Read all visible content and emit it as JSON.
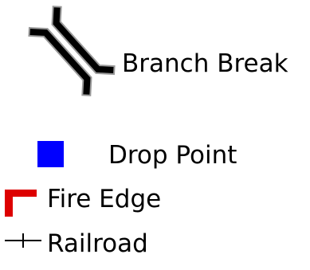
{
  "legend": {
    "items": [
      {
        "label": "Branch Break",
        "icon": "branch-break-icon"
      },
      {
        "label": "Drop Point",
        "icon": "blue-square-icon"
      },
      {
        "label": "Fire Edge",
        "icon": "fire-edge-icon"
      },
      {
        "label": "Railroad",
        "icon": "railroad-icon"
      }
    ]
  },
  "colors": {
    "drop_point": "#0000ff",
    "fire_edge": "#dd0000",
    "symbol_line": "#000000",
    "background": "#ffffff"
  }
}
